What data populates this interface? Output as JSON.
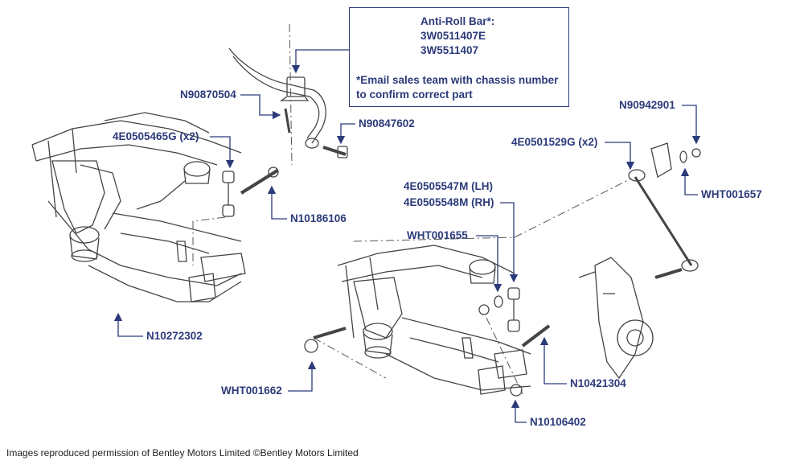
{
  "callout": {
    "title": "Anti-Roll Bar*:",
    "parts": [
      "3W0511407E",
      "3W5511407"
    ],
    "note_line1": "*Email sales team with chassis number",
    "note_line2": "to confirm correct part"
  },
  "labels": {
    "n90870504": "N90870504",
    "n90847602": "N90847602",
    "p4e0505465g": "4E0505465G (x2)",
    "n10186106": "N10186106",
    "n10272302": "N10272302",
    "n90942901": "N90942901",
    "p4e0501529g": "4E0501529G (x2)",
    "wht001657": "WHT001657",
    "p4e0505547m": "4E0505547M (LH)",
    "p4e0505548m": "4E0505548M (RH)",
    "wht001655": "WHT001655",
    "wht001662": "WHT001662",
    "n10421304": "N10421304",
    "n10106402": "N10106402"
  },
  "footer": "Images reproduced permission of Bentley Motors Limited ©Bentley Motors Limited",
  "colors": {
    "callout": "#2b3a7a",
    "linework": "#444444"
  }
}
